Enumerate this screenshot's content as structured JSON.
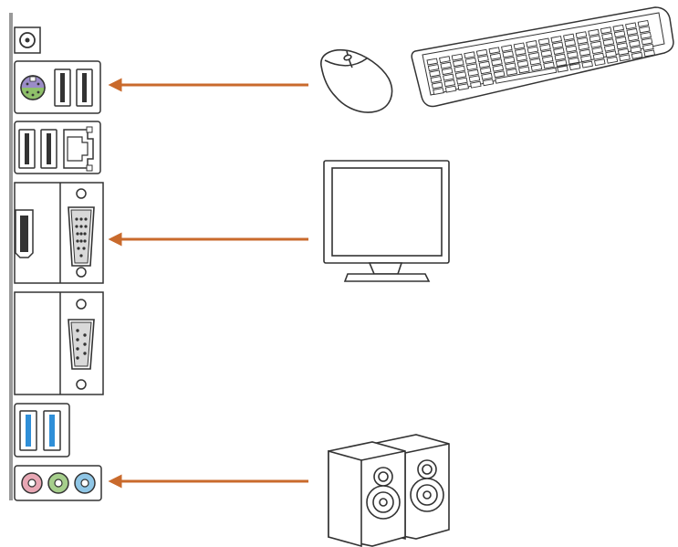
{
  "diagram": {
    "type": "rear-io-connection-diagram",
    "colors": {
      "arrow": "#c96a2c",
      "outline": "#333333",
      "panel_edge": "#999999",
      "usb3_blue": "#2f8fd8",
      "ps2_purple": "#9b8cc7",
      "ps2_green": "#8fc06a",
      "audio_pink": "#e8a7b4",
      "audio_green": "#a6cf8c",
      "audio_blue": "#8fc6e6",
      "port_fill": "#d9d9d9"
    },
    "ports": [
      {
        "id": "optical",
        "icon": "optical-port-icon"
      },
      {
        "id": "ps2-usb",
        "icon": "ps2-port-icon"
      },
      {
        "id": "usb-lan",
        "icon": "lan-port-icon"
      },
      {
        "id": "hdmi-vga",
        "icon": "vga-port-icon"
      },
      {
        "id": "serial",
        "icon": "serial-port-icon"
      },
      {
        "id": "usb3",
        "icon": "usb-port-icon"
      },
      {
        "id": "audio",
        "icon": "audio-jack-icon"
      }
    ],
    "devices": [
      {
        "id": "mouse",
        "icon": "mouse-icon"
      },
      {
        "id": "keyboard",
        "icon": "keyboard-icon"
      },
      {
        "id": "monitor",
        "icon": "monitor-icon"
      },
      {
        "id": "speakers",
        "icon": "speakers-icon"
      }
    ],
    "connections": [
      {
        "from": "mouse",
        "to": "ps2-usb"
      },
      {
        "from": "monitor",
        "to": "hdmi-vga"
      },
      {
        "from": "speakers",
        "to": "audio"
      }
    ]
  }
}
